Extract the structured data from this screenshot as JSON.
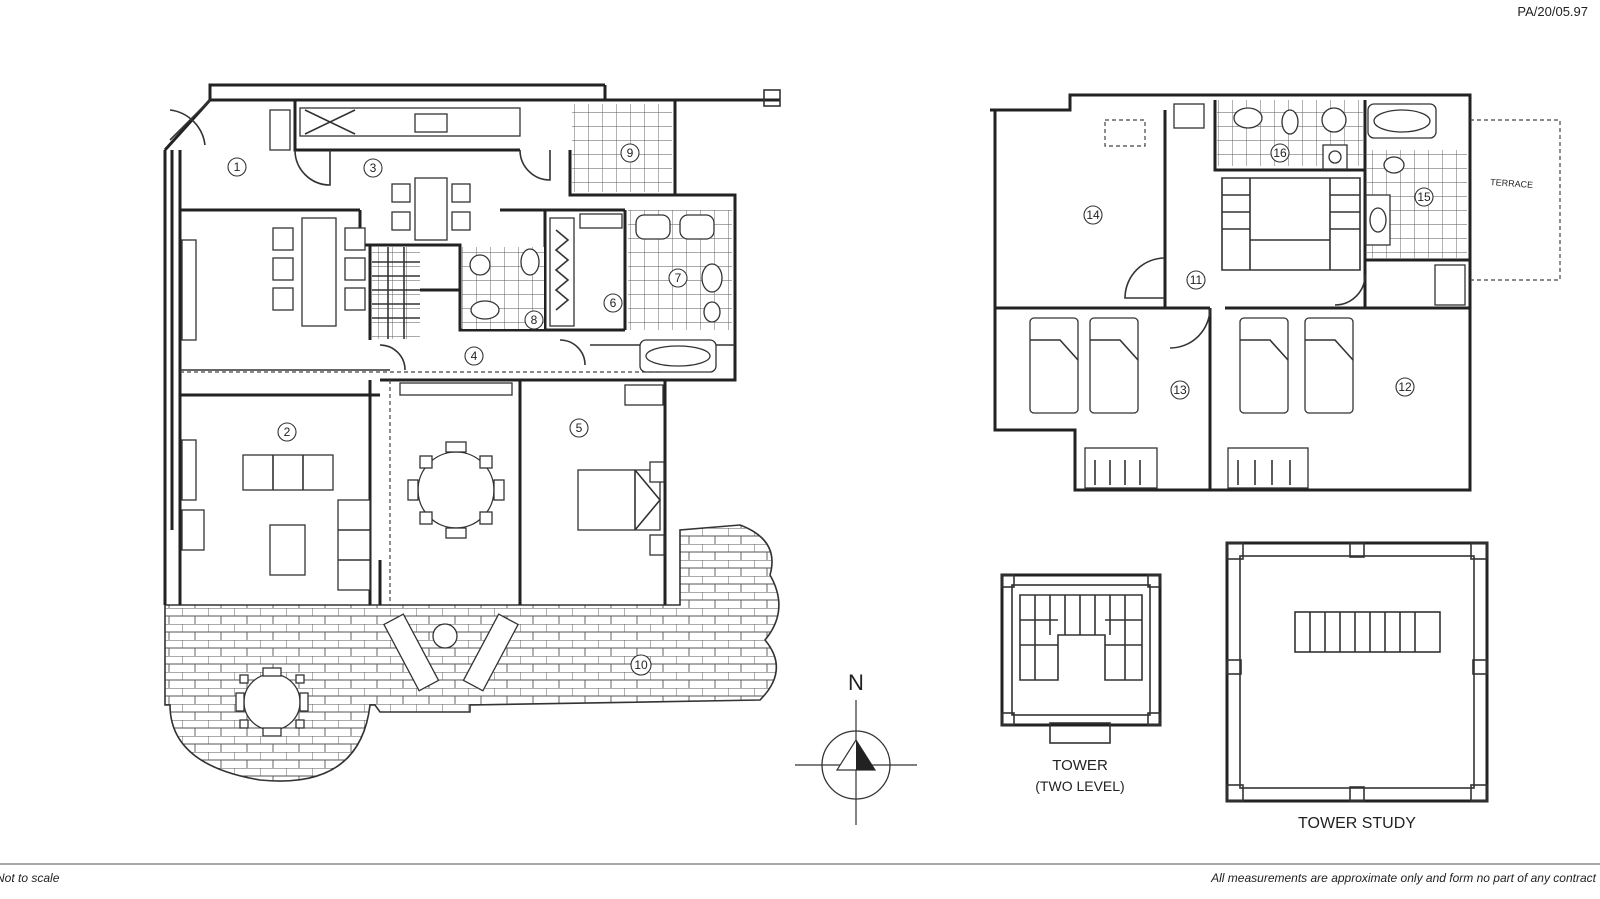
{
  "reference": "PA/20/05.97",
  "footer": {
    "left": "Not to scale",
    "right": "All measurements are approximate only and form no part of any contract"
  },
  "compass": {
    "label": "N"
  },
  "terrace_label": "TERRACE",
  "ground_floor_rooms": [
    "1",
    "2",
    "3",
    "4",
    "5",
    "6",
    "7",
    "8",
    "9",
    "10"
  ],
  "first_floor_rooms": [
    "11",
    "12",
    "13",
    "14",
    "15",
    "16"
  ],
  "tower": {
    "title": "TOWER",
    "subtitle": "(TWO LEVEL)"
  },
  "tower_study": {
    "title": "TOWER STUDY"
  }
}
